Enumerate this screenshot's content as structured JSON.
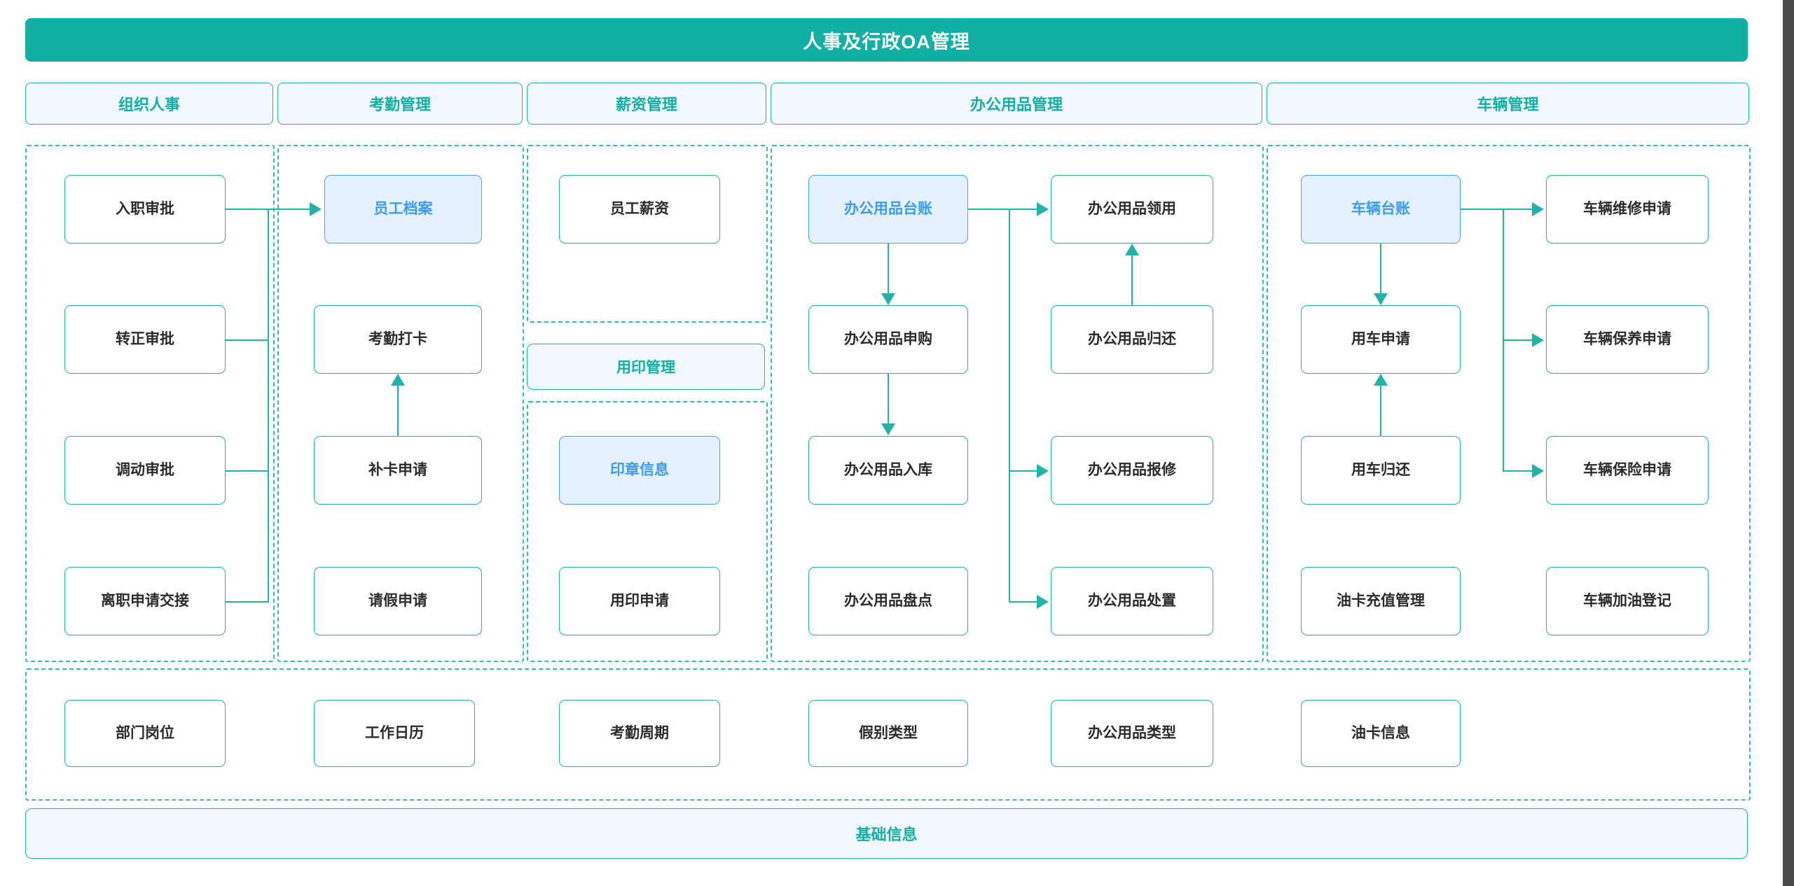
{
  "header": {
    "title": "人事及行政OA管理"
  },
  "categories": [
    {
      "label": "组织人事"
    },
    {
      "label": "考勤管理"
    },
    {
      "label": "薪资管理"
    },
    {
      "label": "办公用品管理"
    },
    {
      "label": "车辆管理"
    }
  ],
  "columns": {
    "org_personnel": {
      "nodes": [
        {
          "label": "入职审批",
          "highlight": false
        },
        {
          "label": "转正审批",
          "highlight": false
        },
        {
          "label": "调动审批",
          "highlight": false
        },
        {
          "label": "离职申请交接",
          "highlight": false
        }
      ]
    },
    "attendance": {
      "nodes": [
        {
          "label": "员工档案",
          "highlight": true
        },
        {
          "label": "考勤打卡",
          "highlight": false
        },
        {
          "label": "补卡申请",
          "highlight": false
        },
        {
          "label": "请假申请",
          "highlight": false
        }
      ]
    },
    "payroll": {
      "nodes": [
        {
          "label": "员工薪资",
          "highlight": false
        }
      ],
      "sub_section": {
        "header": "用印管理",
        "nodes": [
          {
            "label": "印章信息",
            "highlight": true
          },
          {
            "label": "用印申请",
            "highlight": false
          }
        ]
      }
    },
    "office_supplies": {
      "left_nodes": [
        {
          "label": "办公用品台账",
          "highlight": true
        },
        {
          "label": "办公用品申购",
          "highlight": false
        },
        {
          "label": "办公用品入库",
          "highlight": false
        },
        {
          "label": "办公用品盘点",
          "highlight": false
        }
      ],
      "right_nodes": [
        {
          "label": "办公用品领用",
          "highlight": false
        },
        {
          "label": "办公用品归还",
          "highlight": false
        },
        {
          "label": "办公用品报修",
          "highlight": false
        },
        {
          "label": "办公用品处置",
          "highlight": false
        }
      ]
    },
    "vehicle": {
      "left_nodes": [
        {
          "label": "车辆台账",
          "highlight": true
        },
        {
          "label": "用车申请",
          "highlight": false
        },
        {
          "label": "用车归还",
          "highlight": false
        },
        {
          "label": "油卡充值管理",
          "highlight": false
        }
      ],
      "right_nodes": [
        {
          "label": "车辆维修申请",
          "highlight": false
        },
        {
          "label": "车辆保养申请",
          "highlight": false
        },
        {
          "label": "车辆保险申请",
          "highlight": false
        },
        {
          "label": "车辆加油登记",
          "highlight": false
        }
      ]
    }
  },
  "base_info": {
    "bar_label": "基础信息",
    "nodes": [
      {
        "label": "部门岗位"
      },
      {
        "label": "工作日历"
      },
      {
        "label": "考勤周期"
      },
      {
        "label": "假别类型"
      },
      {
        "label": "办公用品类型"
      },
      {
        "label": "油卡信息"
      }
    ]
  },
  "colors": {
    "brand_teal": "#12AFA4",
    "border_teal": "#23B3A6",
    "highlight_blue_fill": "#E4F1FD",
    "highlight_blue_border": "#4DA2F2",
    "highlight_blue_text": "#3B9BF0",
    "tab_fill": "#F2F9FC"
  }
}
